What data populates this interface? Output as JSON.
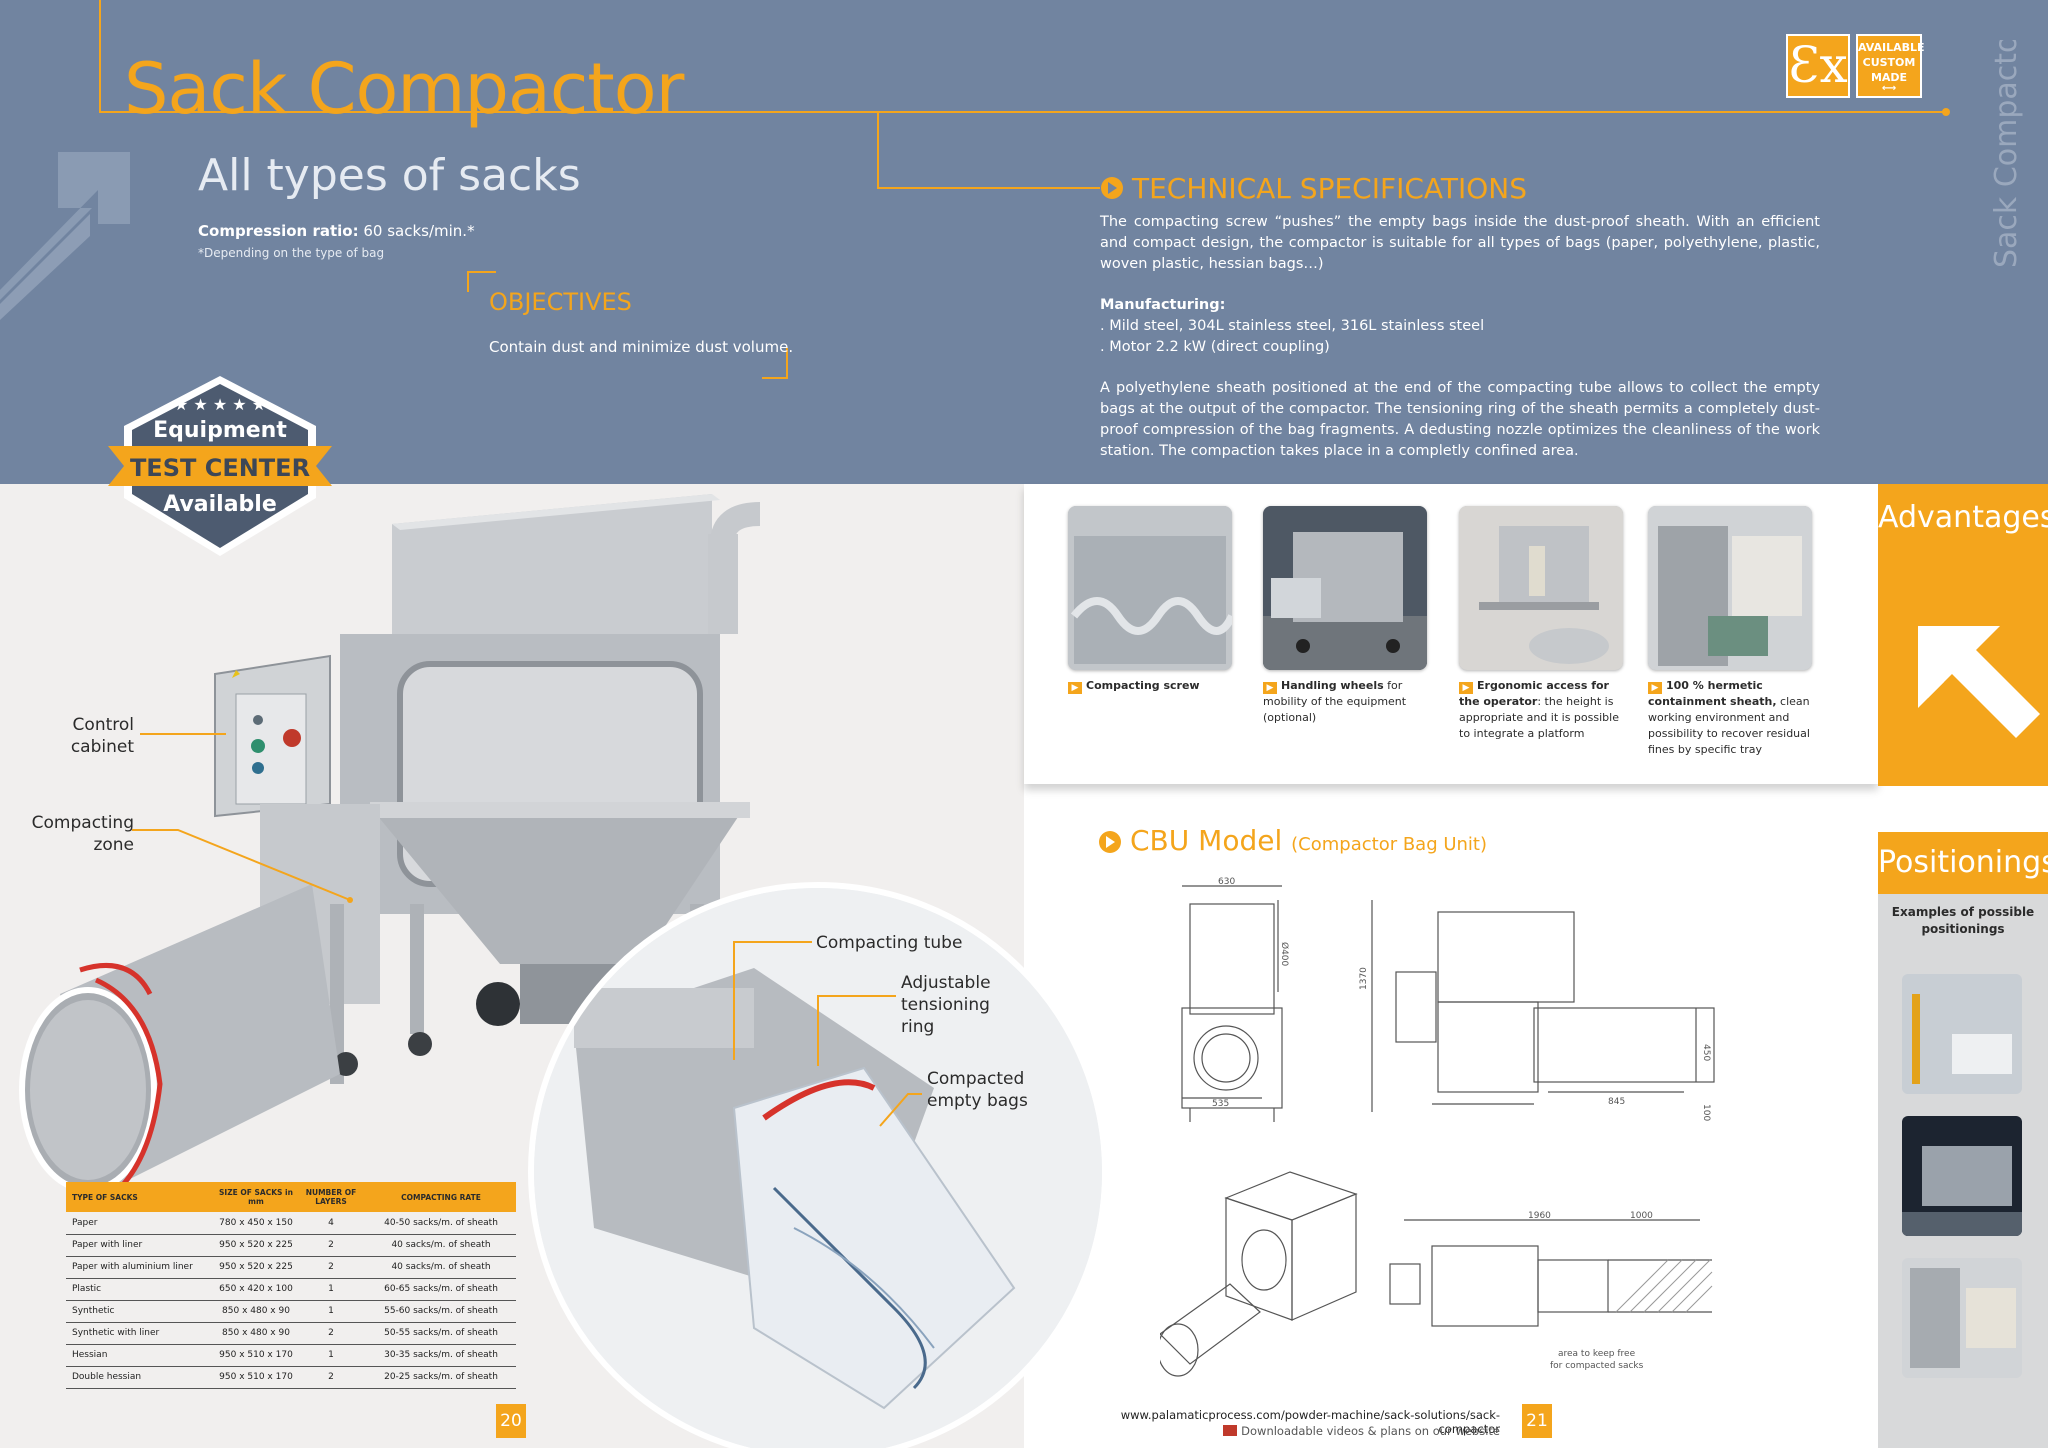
{
  "header": {
    "title": "Sack Compactor",
    "subtitle": "All types of sacks",
    "compression_label": "Compression ratio:",
    "compression_value": " 60 sacks/min.*",
    "depending_note": "*Depending on the type of bag",
    "vertical_title": "Sack Compactor",
    "ex_symbol": "Ɛx",
    "custom_badge": [
      "AVAILABLE",
      "CUSTOM",
      "MADE"
    ]
  },
  "objectives": {
    "title": "OBJECTIVES",
    "text": "Contain dust and minimize dust volume."
  },
  "technical": {
    "title": "TECHNICAL SPECIFICATIONS",
    "intro": "The compacting screw “pushes” the empty bags inside the dust-proof sheath. With an efficient and compact design, the compactor is suitable for all types of bags (paper, polyethylene, plastic, woven plastic, hessian bags…)",
    "manufacturing_label": "Manufacturing:",
    "manufacturing_items": [
      ". Mild steel, 304L stainless steel, 316L stainless steel",
      ". Motor 2.2 kW (direct coupling)"
    ],
    "sheath_text": "A polyethylene sheath positioned at the end of the compacting tube allows to collect the empty bags at the output of the compactor. The tensioning ring of the sheath permits a completely dust-proof compression of the bag fragments. A dedusting nozzle optimizes the cleanliness of the work station. The compaction takes place in a completly confined area."
  },
  "badge": {
    "line1": "Equipment",
    "line2": "TEST CENTER",
    "line3": "Available"
  },
  "callouts": {
    "control_cabinet": [
      "Control",
      "cabinet"
    ],
    "compacting_zone": [
      "Compacting",
      "zone"
    ],
    "compacting_tube": "Compacting tube",
    "tensioning_ring": [
      "Adjustable",
      "tensioning",
      "ring"
    ],
    "compacted_bags": [
      "Compacted",
      "empty bags"
    ]
  },
  "spec_table": {
    "headers": [
      "TYPE OF SACKS",
      "SIZE OF SACKS in mm",
      "NUMBER OF LAYERS",
      "COMPACTING RATE"
    ],
    "rows": [
      [
        "Paper",
        "780 x 450 x 150",
        "4",
        "40-50 sacks/m. of sheath"
      ],
      [
        "Paper with liner",
        "950 x 520 x 225",
        "2",
        "40 sacks/m. of sheath"
      ],
      [
        "Paper with aluminium liner",
        "950 x 520 x 225",
        "2",
        "40 sacks/m. of sheath"
      ],
      [
        "Plastic",
        "650 x 420 x 100",
        "1",
        "60-65 sacks/m. of sheath"
      ],
      [
        "Synthetic",
        "850 x 480 x 90",
        "1",
        "55-60 sacks/m. of sheath"
      ],
      [
        "Synthetic with liner",
        "850 x 480 x 90",
        "2",
        "50-55 sacks/m. of sheath"
      ],
      [
        "Hessian",
        "950 x 510 x 170",
        "1",
        "30-35 sacks/m. of sheath"
      ],
      [
        "Double hessian",
        "950 x 510 x 170",
        "2",
        "20-25 sacks/m. of sheath"
      ]
    ]
  },
  "advantages": {
    "title": "Advantages",
    "items": [
      {
        "bold": "Compacting screw",
        "text": ""
      },
      {
        "bold": "Handling wheels",
        "text": " for mobility of the equipment (optional)"
      },
      {
        "bold": "Ergonomic access for the operator",
        "text": ": the height is appropriate and it is possible to integrate a platform"
      },
      {
        "bold": "100 % hermetic containment sheath,",
        "text": " clean working environment and possibility to recover residual fines by specific tray"
      }
    ]
  },
  "cbu": {
    "title": "CBU Model",
    "subtitle": "(Compactor Bag Unit)",
    "dims": {
      "d630": "630",
      "d400": "Ø400",
      "d535": "535",
      "d1370": "1370",
      "d845": "845",
      "d450": "450",
      "d100": "100",
      "d1960": "1960",
      "d1000": "1000"
    },
    "area_note": [
      "area to keep free",
      "for compacted sacks"
    ]
  },
  "positionings": {
    "title": "Positionings",
    "subtitle": "Examples of possible positionings"
  },
  "footer": {
    "page_left": "20",
    "page_right": "21",
    "url": "www.palamaticprocess.com/powder-machine/sack-solutions/sack-compactor",
    "downloads": "Downloadable videos & plans on our website"
  },
  "colors": {
    "accent": "#f4a51c",
    "band": "#7184a0"
  }
}
